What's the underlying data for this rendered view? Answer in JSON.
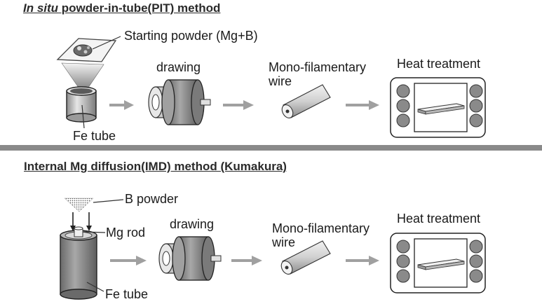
{
  "pit": {
    "title_italic": "In situ",
    "title_rest": " powder-in-tube(PIT) method",
    "starting_powder_label": "Starting powder (Mg+B)",
    "drawing_label": "drawing",
    "wire_label_1": "Mono-filamentary",
    "wire_label_2": "wire",
    "heat_label": "Heat treatment",
    "tube_label": "Fe tube"
  },
  "imd": {
    "title": "Internal Mg diffusion(IMD) method (Kumakura)",
    "b_powder_label": "B powder",
    "mg_rod_label": "Mg rod",
    "drawing_label": "drawing",
    "wire_label_1": "Mono-filamentary",
    "wire_label_2": "wire",
    "heat_label": "Heat treatment",
    "tube_label": "Fe tube"
  }
}
